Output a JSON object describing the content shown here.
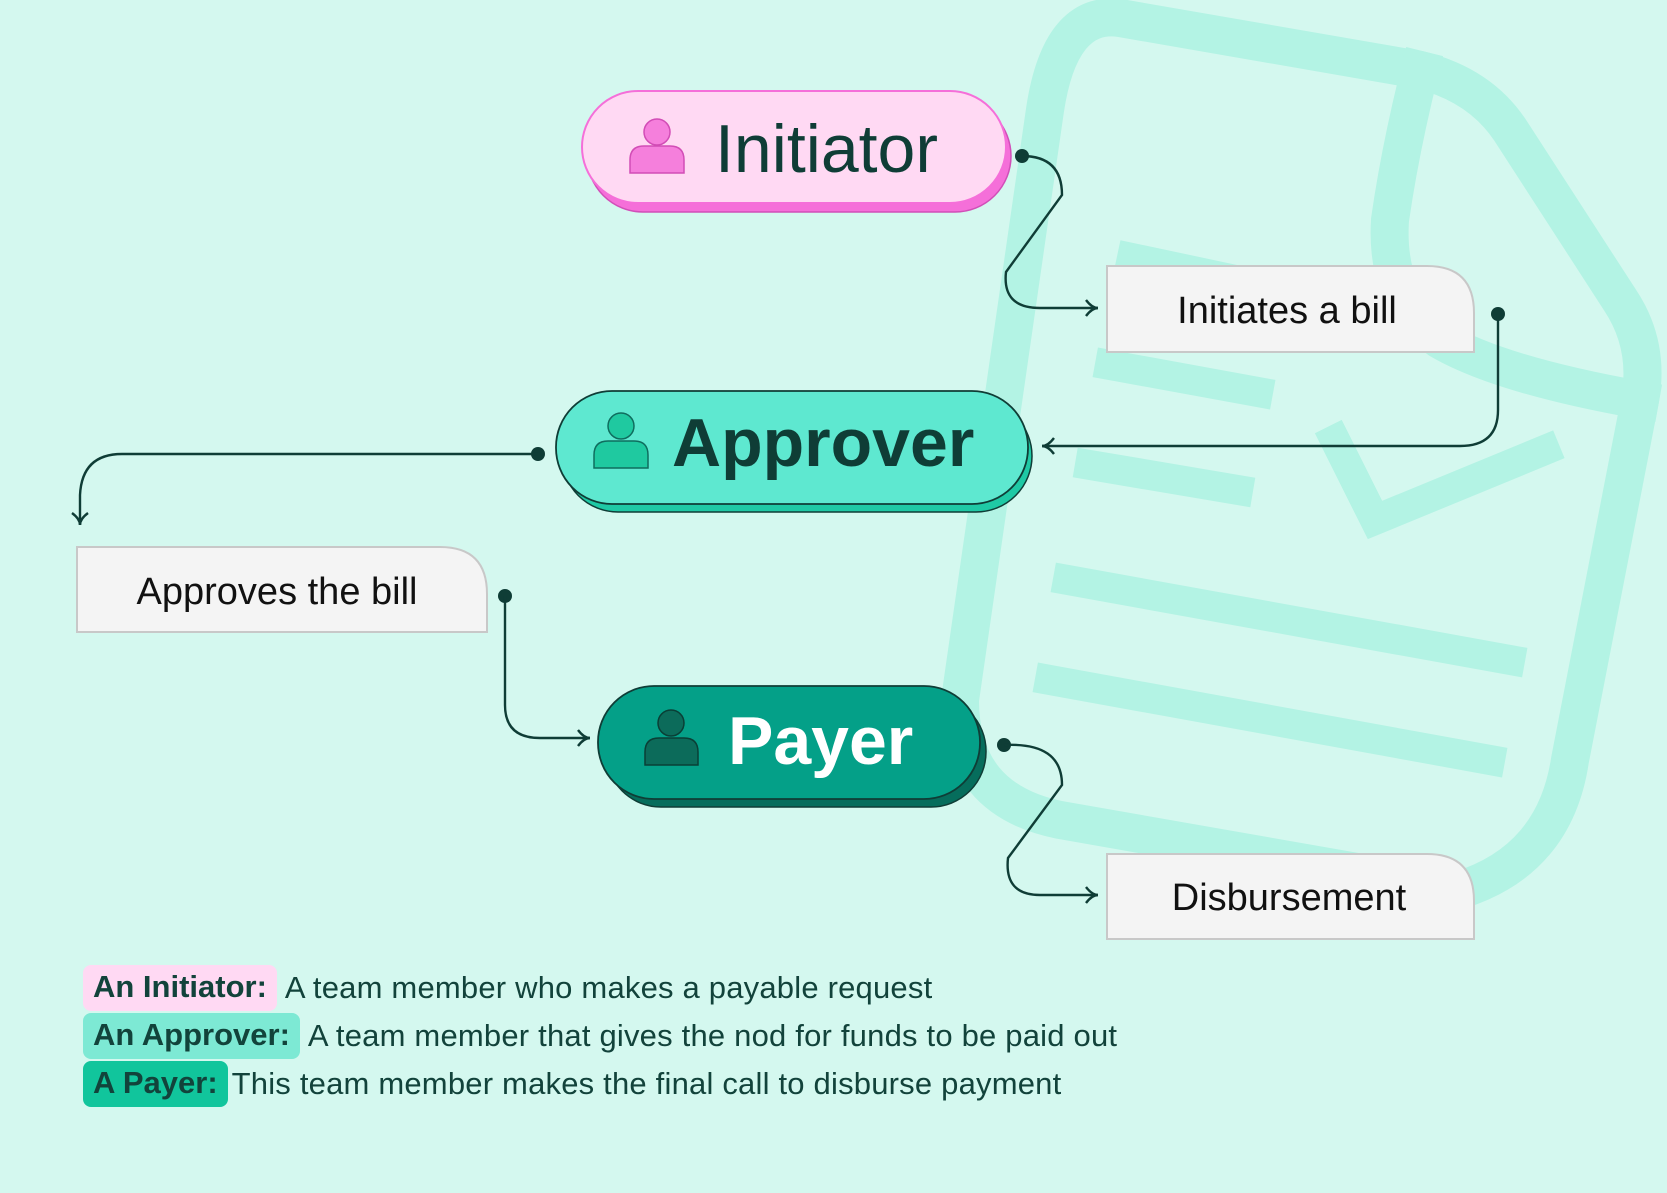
{
  "roles": {
    "initiator": {
      "label": "Initiator",
      "fill": "#ffd9f3",
      "shadow": "#f56fd9",
      "icon": "person-icon",
      "icon_color": "#f57fdc"
    },
    "approver": {
      "label": "Approver",
      "fill": "#5ee8d0",
      "shadow": "#1fc9a5",
      "icon": "person-icon",
      "icon_color": "#1fc9a0"
    },
    "payer": {
      "label": "Payer",
      "fill": "#04a088",
      "shadow": "#066d5c",
      "icon": "person-icon",
      "icon_color": "#0c6b5a"
    }
  },
  "actions": {
    "initiates": "Initiates a bill",
    "approves": "Approves the bill",
    "disbursement": "Disbursement"
  },
  "legend": [
    {
      "term": "An Initiator:",
      "definition": "A team member who makes a payable request",
      "color": "#ffd9f3"
    },
    {
      "term": "An Approver:",
      "definition": "A team member that gives the nod for funds to be paid out",
      "color": "#7de9d4"
    },
    {
      "term": "A Payer:",
      "definition": "This team member makes the final call to disburse payment",
      "color": "#11c59c"
    }
  ],
  "colors": {
    "background": "#d4f8ef",
    "watermark": "#b3f3e4",
    "ink": "#0f3d36",
    "action_box": "#f4f4f4"
  }
}
